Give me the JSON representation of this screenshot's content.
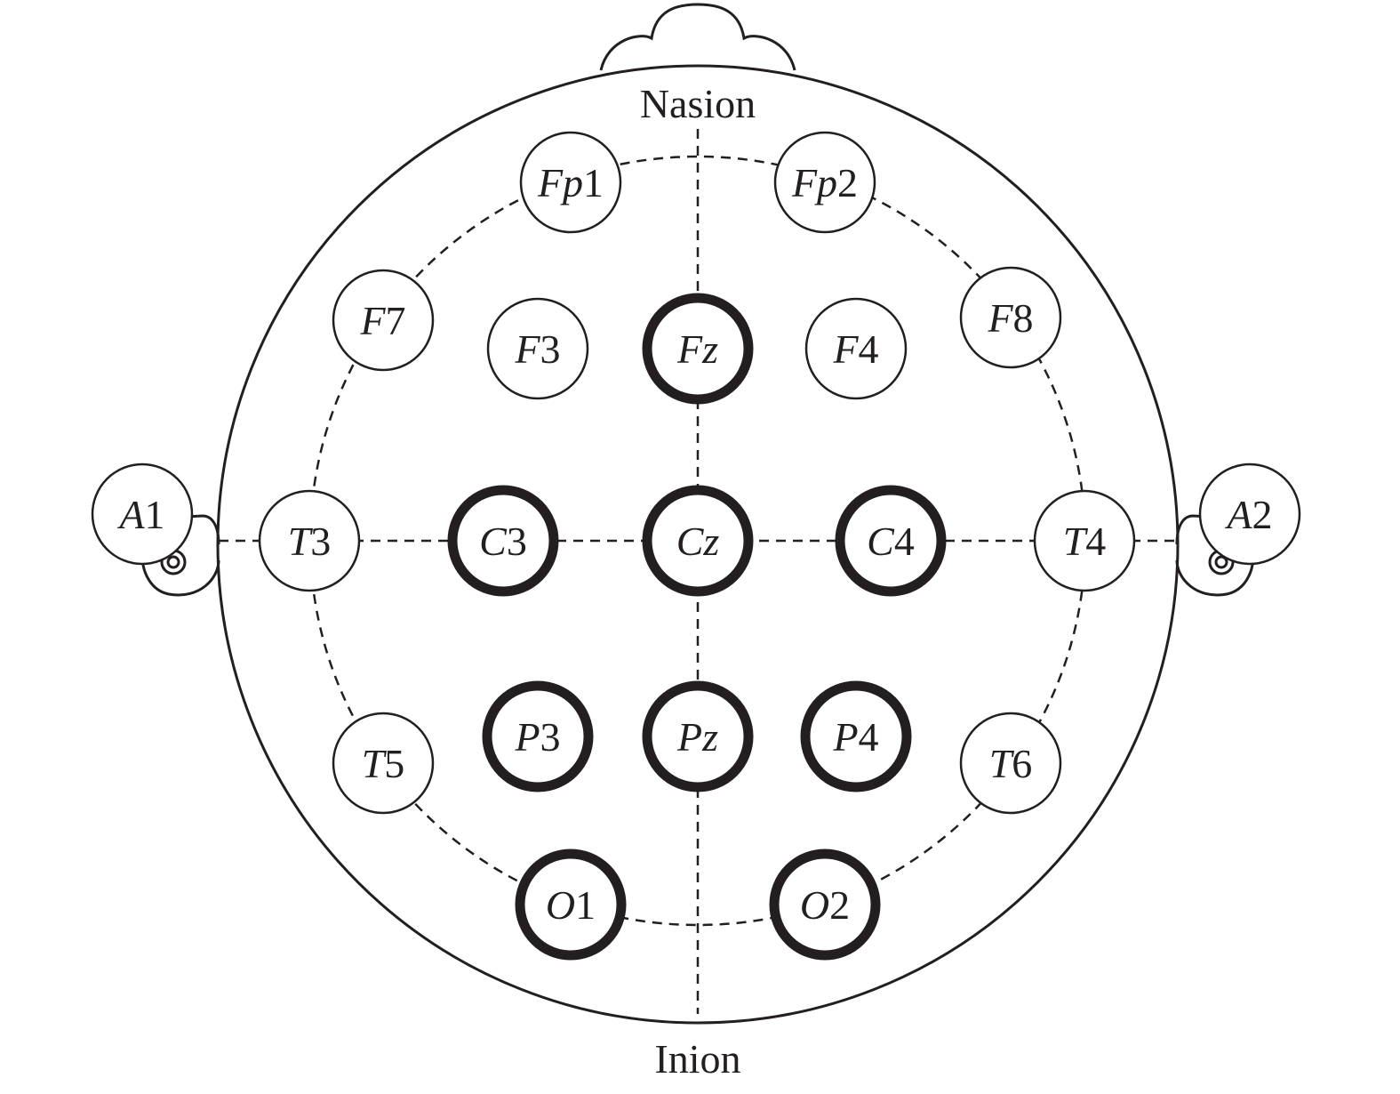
{
  "landmarks": {
    "top": "Nasion",
    "bottom": "Inion"
  },
  "highlight_color": "#4472c4",
  "electrodes": [
    {
      "id": "Fp1",
      "letters": "Fp",
      "number": "1",
      "highlighted": false
    },
    {
      "id": "Fp2",
      "letters": "Fp",
      "number": "2",
      "highlighted": false
    },
    {
      "id": "F7",
      "letters": "F",
      "number": "7",
      "highlighted": false
    },
    {
      "id": "F3",
      "letters": "F",
      "number": "3",
      "highlighted": false
    },
    {
      "id": "Fz",
      "letters": "Fz",
      "number": "",
      "highlighted": true
    },
    {
      "id": "F4",
      "letters": "F",
      "number": "4",
      "highlighted": false
    },
    {
      "id": "F8",
      "letters": "F",
      "number": "8",
      "highlighted": false
    },
    {
      "id": "A1",
      "letters": "A",
      "number": "1",
      "highlighted": false
    },
    {
      "id": "T3",
      "letters": "T",
      "number": "3",
      "highlighted": false
    },
    {
      "id": "C3",
      "letters": "C",
      "number": "3",
      "highlighted": true
    },
    {
      "id": "Cz",
      "letters": "Cz",
      "number": "",
      "highlighted": true
    },
    {
      "id": "C4",
      "letters": "C",
      "number": "4",
      "highlighted": true
    },
    {
      "id": "T4",
      "letters": "T",
      "number": "4",
      "highlighted": false
    },
    {
      "id": "A2",
      "letters": "A",
      "number": "2",
      "highlighted": false
    },
    {
      "id": "T5",
      "letters": "T",
      "number": "5",
      "highlighted": false
    },
    {
      "id": "P3",
      "letters": "P",
      "number": "3",
      "highlighted": true
    },
    {
      "id": "Pz",
      "letters": "Pz",
      "number": "",
      "highlighted": true
    },
    {
      "id": "P4",
      "letters": "P",
      "number": "4",
      "highlighted": true
    },
    {
      "id": "T6",
      "letters": "T",
      "number": "6",
      "highlighted": false
    },
    {
      "id": "O1",
      "letters": "O",
      "number": "1",
      "highlighted": true
    },
    {
      "id": "O2",
      "letters": "O",
      "number": "2",
      "highlighted": true
    }
  ]
}
